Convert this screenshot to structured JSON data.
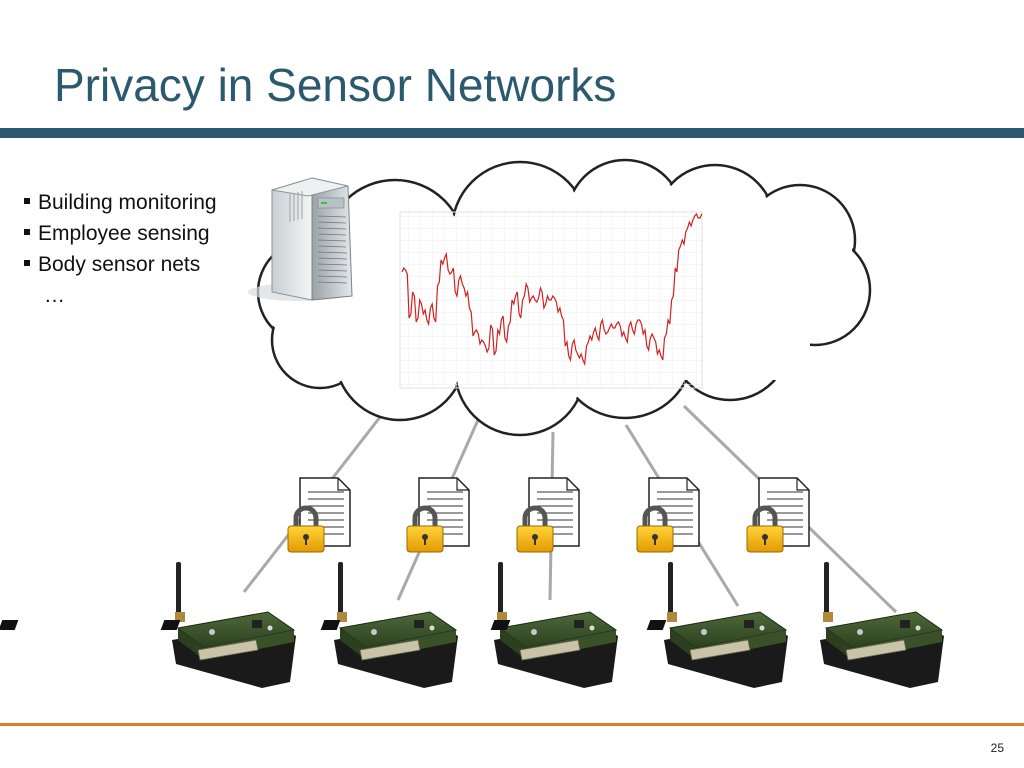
{
  "slide": {
    "title": "Privacy in Sensor Networks",
    "bullets": [
      "Building monitoring",
      "Employee sensing",
      "Body sensor nets"
    ],
    "ellipsis": "…",
    "page_number": "25"
  },
  "colors": {
    "title": "#2b5a6e",
    "title_bar": "#2b5770",
    "footer_line": "#e07b2b",
    "signal": "#d32020",
    "lock": "#f2b400"
  },
  "icons": [
    "server-icon",
    "cloud-shape",
    "signal-plot",
    "document-icon",
    "padlock-icon",
    "sensor-board-icon"
  ],
  "signal_trace": [
    272,
    270,
    318,
    292,
    322,
    300,
    314,
    320,
    308,
    318,
    286,
    260,
    258,
    270,
    272,
    292,
    280,
    284,
    296,
    308,
    336,
    330,
    344,
    342,
    352,
    325,
    355,
    330,
    320,
    338,
    326,
    300,
    296,
    314,
    300,
    284,
    302,
    296,
    302,
    288,
    308,
    296,
    300,
    298,
    312,
    316,
    346,
    356,
    344,
    350,
    358,
    360,
    346,
    336,
    332,
    336,
    324,
    330,
    332,
    324,
    328,
    322,
    336,
    338,
    326,
    330,
    324,
    320,
    334,
    346,
    338,
    338,
    354,
    356,
    338,
    320,
    300,
    268,
    250,
    240,
    232,
    222,
    220,
    214,
    218
  ]
}
